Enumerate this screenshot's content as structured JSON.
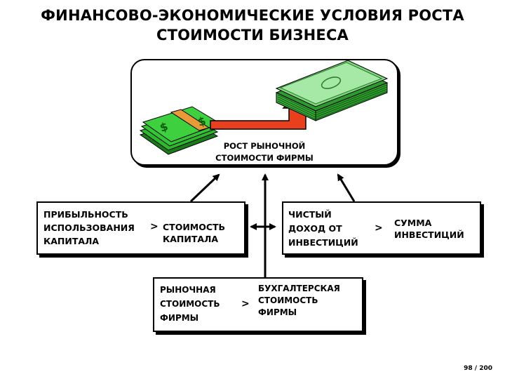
{
  "title": {
    "line1": "ФИНАНСОВО-ЭКОНОМИЧЕСКИЕ УСЛОВИЯ РОСТА",
    "line2": "СТОИМОСТИ БИЗНЕСА"
  },
  "growth": {
    "line1": "РОСТ РЫНОЧНОЙ",
    "line2": "СТОИМОСТИ ФИРМЫ"
  },
  "left_box": {
    "lhs": [
      "ПРИБЫЛЬНОСТЬ",
      "ИСПОЛЬЗОВАНИЯ",
      "КАПИТАЛА"
    ],
    "operator": ">",
    "rhs": [
      "СТОИМОСТЬ",
      "КАПИТАЛА"
    ]
  },
  "right_box": {
    "lhs": [
      "ЧИСТЫЙ",
      "ДОХОД ОТ",
      "ИНВЕСТИЦИЙ"
    ],
    "operator": ">",
    "rhs": [
      "СУММА",
      "ИНВЕСТИЦИЙ"
    ]
  },
  "bottom_box": {
    "lhs": [
      "РЫНОЧНАЯ",
      "СТОИМОСТЬ",
      "ФИРМЫ"
    ],
    "operator": ">",
    "rhs": [
      "БУХГАЛТЕРСКАЯ",
      "СТОИМОСТЬ",
      "ФИРМЫ"
    ]
  },
  "page_number": "98 / 200",
  "colors": {
    "money_green": "#2eb82e",
    "money_light": "#8fe08f",
    "arrow_red": "#e8401c",
    "arrow_orange": "#f07020"
  }
}
